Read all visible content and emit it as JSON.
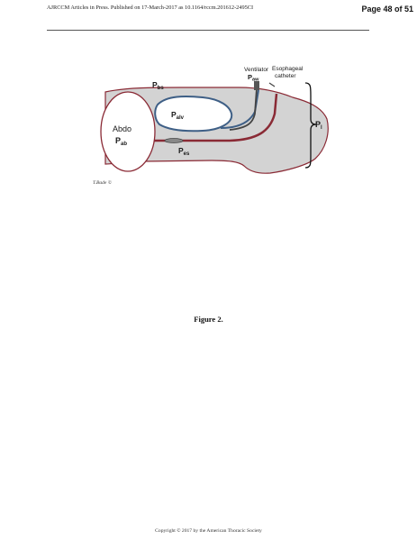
{
  "header": {
    "journal_line": "AJRCCM Articles in Press. Published on 17-March-2017 as 10.1164/rccm.201612-2495CI",
    "page_number": "Page 48 of 51"
  },
  "figure": {
    "labels": {
      "ventilator": "Ventilator",
      "paw_main": "P",
      "paw_sub": "aw",
      "esophageal": "Esophageal",
      "catheter": "catheter",
      "pbs_main": "P",
      "pbs_sub": "bs",
      "palv_main": "P",
      "palv_sub": "alv",
      "abdo": "Abdo",
      "pab_main": "P",
      "pab_sub": "ab",
      "pes_main": "P",
      "pes_sub": "es",
      "pl_main": "P",
      "pl_sub": "l",
      "signature": "T.Bade ©"
    },
    "colors": {
      "body_fill": "#d3d3d3",
      "outline": "#8a2a35",
      "lung_outline": "#3e5f86",
      "lung_fill": "#ffffff"
    },
    "caption": "Figure 2."
  },
  "footer": {
    "copyright": "Copyright © 2017 by the American Thoracic Society"
  }
}
